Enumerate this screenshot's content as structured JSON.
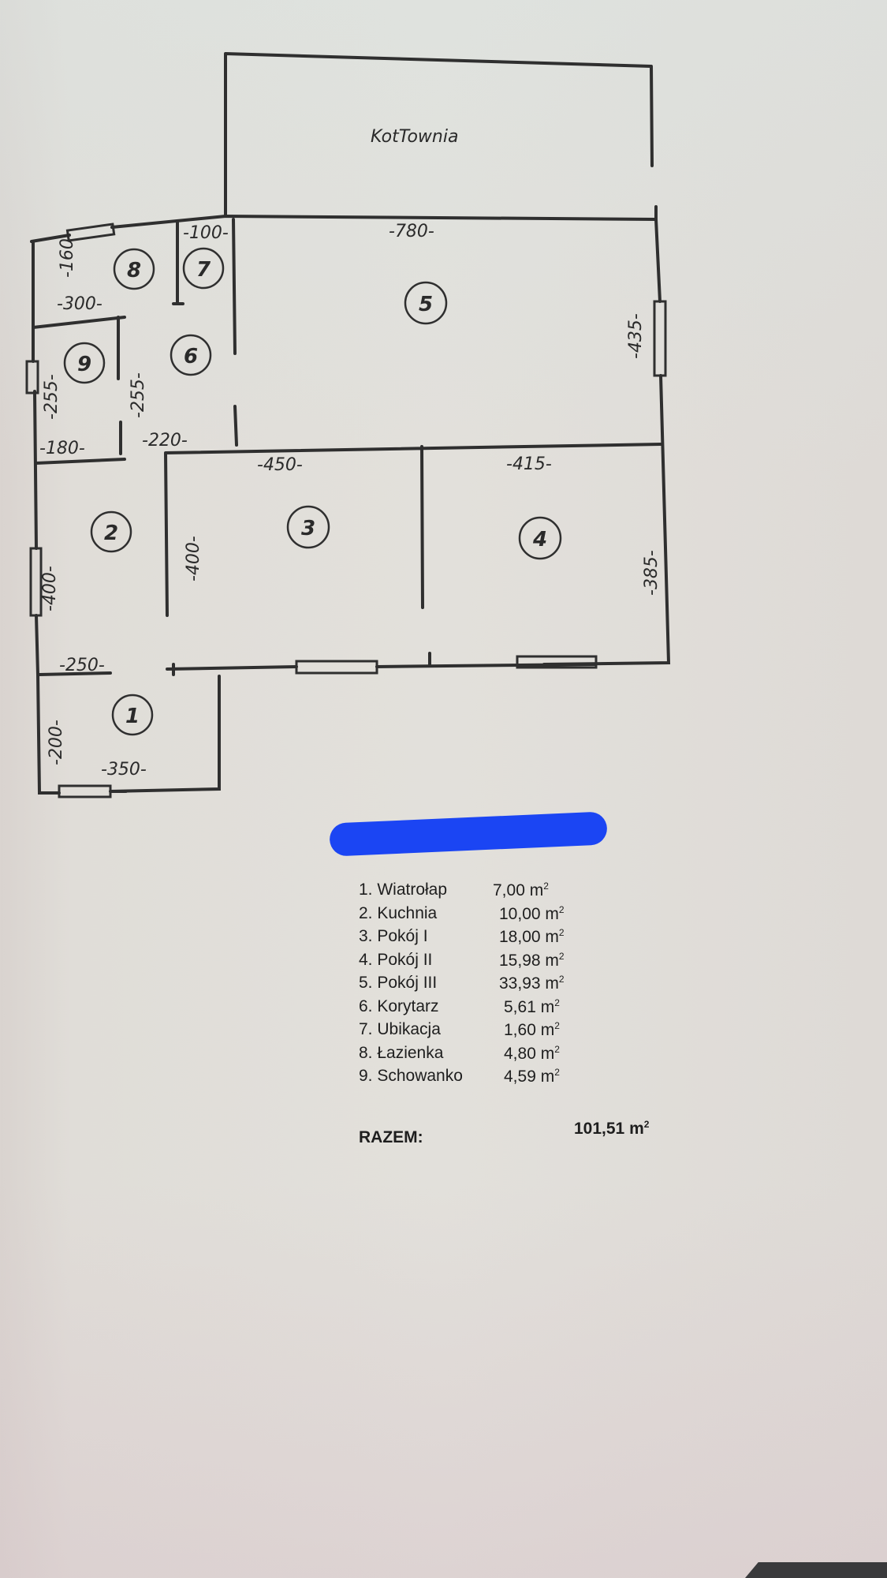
{
  "plan": {
    "boiler_room_label": "KotTownia",
    "dimensions": {
      "d100": "-100-",
      "d780": "-780-",
      "d160": "-160-",
      "d300": "-300-",
      "d255a": "-255-",
      "d255b": "-255-",
      "d435": "-435-",
      "d180": "-180-",
      "d220": "-220-",
      "d450": "-450-",
      "d415": "-415-",
      "d400a": "-400-",
      "d400b": "-400-",
      "d385": "-385-",
      "d250": "-250-",
      "d200": "-200-",
      "d350": "-350-"
    },
    "room_numbers": [
      "1",
      "2",
      "3",
      "4",
      "5",
      "6",
      "7",
      "8",
      "9"
    ]
  },
  "rooms": [
    {
      "name": "1. Wiatrołap",
      "area": "7,00 m",
      "unit_exp": "2"
    },
    {
      "name": "2. Kuchnia",
      "area": "10,00 m",
      "unit_exp": "2"
    },
    {
      "name": "3. Pokój I",
      "area": "18,00 m",
      "unit_exp": "2"
    },
    {
      "name": "4. Pokój II",
      "area": "15,98 m",
      "unit_exp": "2"
    },
    {
      "name": "5. Pokój III",
      "area": "33,93 m",
      "unit_exp": "2"
    },
    {
      "name": "6. Korytarz",
      "area": "5,61 m",
      "unit_exp": "2"
    },
    {
      "name": "7. Ubikacja",
      "area": "1,60 m",
      "unit_exp": "2"
    },
    {
      "name": "8. Łazienka",
      "area": "4,80 m",
      "unit_exp": "2"
    },
    {
      "name": "9. Schowanko",
      "area": "4,59 m",
      "unit_exp": "2"
    }
  ],
  "total": {
    "label": "RAZEM:",
    "value": "101,51 m",
    "unit_exp": "2"
  },
  "colors": {
    "redaction": "#1b45f3",
    "ink": "#2a2a2a"
  }
}
